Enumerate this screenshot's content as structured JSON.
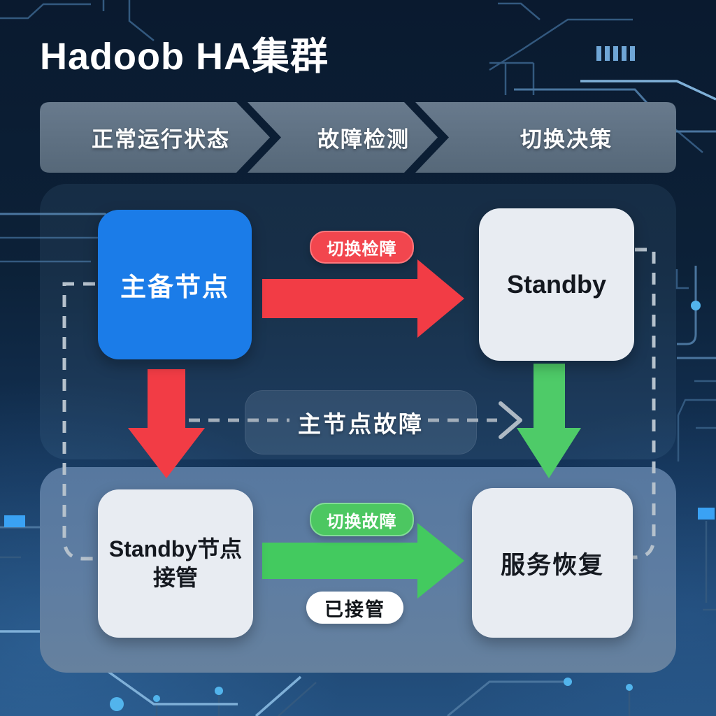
{
  "title": "Hadoob HA集群",
  "steps": [
    {
      "label": "正常运行状态"
    },
    {
      "label": "故障检测"
    },
    {
      "label": "切换决策"
    }
  ],
  "flow": {
    "primary_node": "主备节点",
    "standby_node": "Standby",
    "failover_badge": "切换检障",
    "failure_label": "主节点故障",
    "takeover_node_line1": "Standby节点",
    "takeover_node_line2": "接管",
    "switch_badge": "切换故障",
    "taken_over_badge": "已接管",
    "recovery_node": "服务恢复"
  },
  "colors": {
    "background_navy": "#0c2138",
    "panel_slate": "#5e7da2",
    "chevron_slate": "#5f7487",
    "primary_blue": "#1b7ce8",
    "node_light": "#e8ecf2",
    "alert_red": "#f2454c",
    "success_green": "#4bc862",
    "dash_gray": "#b5c1cc",
    "circuit_bright": "#7fb0d8",
    "circuit_dot": "#52b4ec"
  }
}
